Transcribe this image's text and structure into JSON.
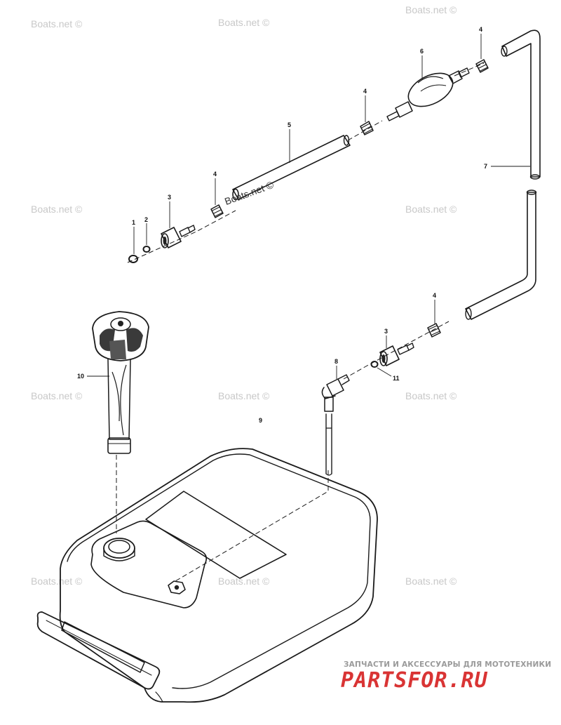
{
  "watermark": "Boats.net ©",
  "callouts": {
    "c1": "1",
    "c2": "2",
    "c3a": "3",
    "c3b": "3",
    "c4a": "4",
    "c4b": "4",
    "c4c": "4",
    "c4d": "4",
    "c5": "5",
    "c6": "6",
    "c7": "7",
    "c8": "8",
    "c9": "9",
    "c10": "10",
    "c11": "11"
  },
  "footer": {
    "caption": "ЗАПЧАСТИ И АКСЕССУАРЫ ДЛЯ МОТОТЕХНИКИ",
    "logo": "PARTSFOR.RU"
  }
}
